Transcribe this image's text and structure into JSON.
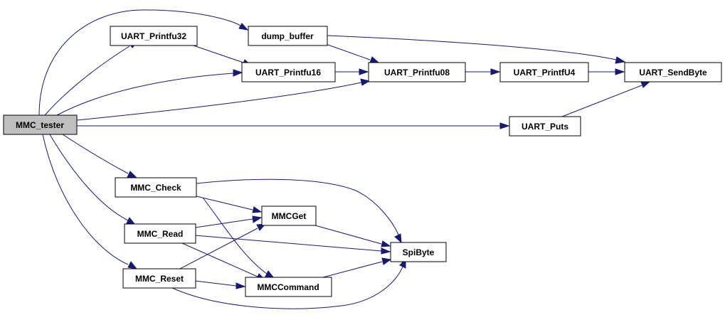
{
  "colors": {
    "edge": "#191970",
    "node_fill": "#ffffff",
    "root_fill": "#bfbfbf",
    "node_border": "#000000"
  },
  "nodes": {
    "mmc_tester": "MMC_tester",
    "uart_printfu32": "UART_Printfu32",
    "dump_buffer": "dump_buffer",
    "uart_printfu16": "UART_Printfu16",
    "uart_printfu08": "UART_Printfu08",
    "uart_printfu4": "UART_PrintfU4",
    "uart_sendbyte": "UART_SendByte",
    "uart_puts": "UART_Puts",
    "mmc_check": "MMC_Check",
    "mmc_read": "MMC_Read",
    "mmc_reset": "MMC_Reset",
    "mmcget": "MMCGet",
    "mmccommand": "MMCCommand",
    "spibyte": "SpiByte"
  }
}
